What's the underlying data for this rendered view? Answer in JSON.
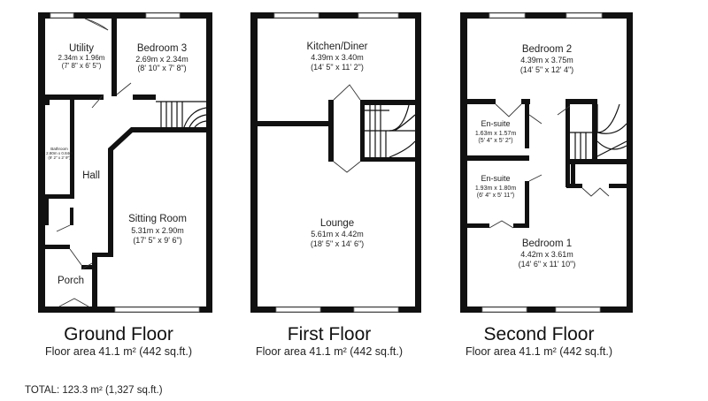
{
  "floors": [
    {
      "title": "Ground Floor",
      "area": "Floor area 41.1 m² (442 sq.ft.)",
      "rooms": [
        {
          "name": "Utility",
          "dim_m": "2.34m x 1.96m",
          "dim_ft": "(7' 8\" x 6' 5\")"
        },
        {
          "name": "Bedroom 3",
          "dim_m": "2.69m x 2.34m",
          "dim_ft": "(8' 10\" x 7' 8\")"
        },
        {
          "name": "Bathroom",
          "dim_m": "2.80m x 0.84m",
          "dim_ft": "(9' 2\" x 2' 9\")"
        },
        {
          "name": "Hall",
          "dim_m": "",
          "dim_ft": ""
        },
        {
          "name": "Sitting Room",
          "dim_m": "5.31m x 2.90m",
          "dim_ft": "(17' 5\" x 9' 6\")"
        },
        {
          "name": "Porch",
          "dim_m": "",
          "dim_ft": ""
        }
      ]
    },
    {
      "title": "First Floor",
      "area": "Floor area 41.1 m² (442 sq.ft.)",
      "rooms": [
        {
          "name": "Kitchen/Diner",
          "dim_m": "4.39m x 3.40m",
          "dim_ft": "(14' 5\" x 11' 2\")"
        },
        {
          "name": "Lounge",
          "dim_m": "5.61m x 4.42m",
          "dim_ft": "(18' 5\" x 14' 6\")"
        }
      ]
    },
    {
      "title": "Second Floor",
      "area": "Floor area 41.1 m² (442 sq.ft.)",
      "rooms": [
        {
          "name": "Bedroom 2",
          "dim_m": "4.39m x 3.75m",
          "dim_ft": "(14' 5\" x 12' 4\")"
        },
        {
          "name": "En-suite",
          "dim_m": "1.63m x 1.57m",
          "dim_ft": "(5' 4\" x 5' 2\")"
        },
        {
          "name": "En-suite",
          "dim_m": "1.93m x 1.80m",
          "dim_ft": "(6' 4\" x 5' 11\")"
        },
        {
          "name": "Bedroom 1",
          "dim_m": "4.42m x 3.61m",
          "dim_ft": "(14' 6\" x 11' 10\")"
        }
      ]
    }
  ],
  "total": "TOTAL: 123.3 m² (1,327 sq.ft.)",
  "colors": {
    "wall": "#111111",
    "window": "#cccccc",
    "background": "#ffffff"
  }
}
